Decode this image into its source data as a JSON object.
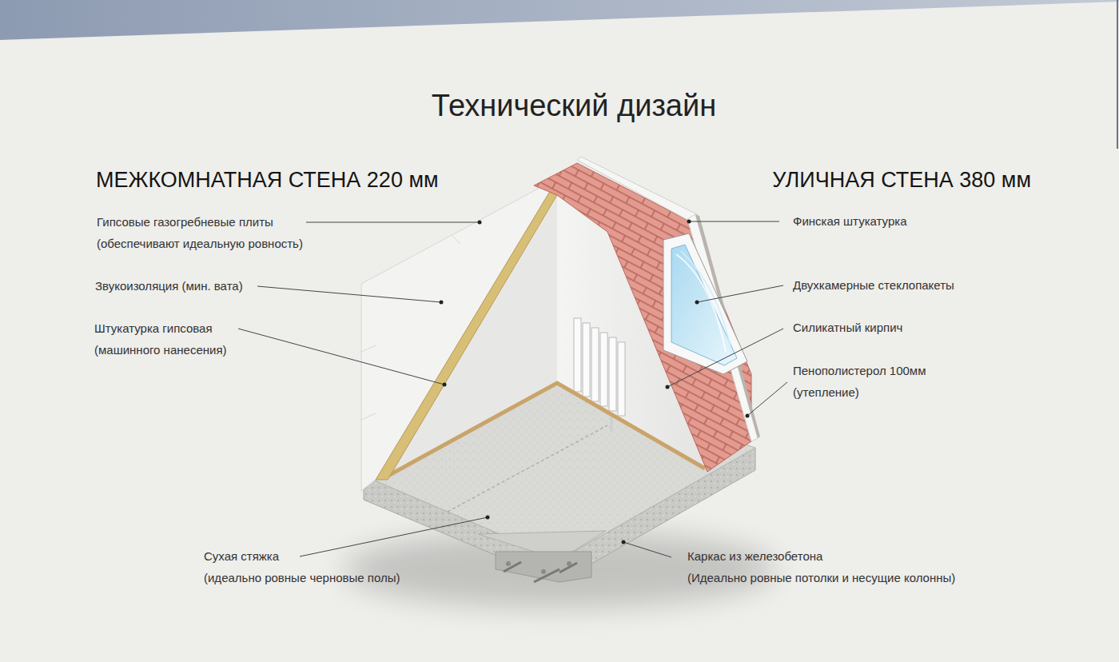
{
  "diagram": {
    "title": "Технический дизайн",
    "labels": [
      "МЕЖКОМНАТНАЯ СТЕНА 220 мм",
      "УЛИЧНАЯ СТЕНА 380 мм",
      "Гипсовые газогребневые плиты (обеспечивают идеальную ровность)",
      "Звукоизоляция (мин. вата)",
      "Штукатурка гипсовая (машинного нанесения)",
      "Сухая стяжка (идеально ровные черновые полы)",
      "Финская штукатурка",
      "Двухкамерные стеклопакеты",
      "Силикатный кирпич",
      "Пенополистерол 100мм (утепление)",
      "Каркас из железобетона (Идеально ровные потолки и несущие колонны)"
    ]
  }
}
